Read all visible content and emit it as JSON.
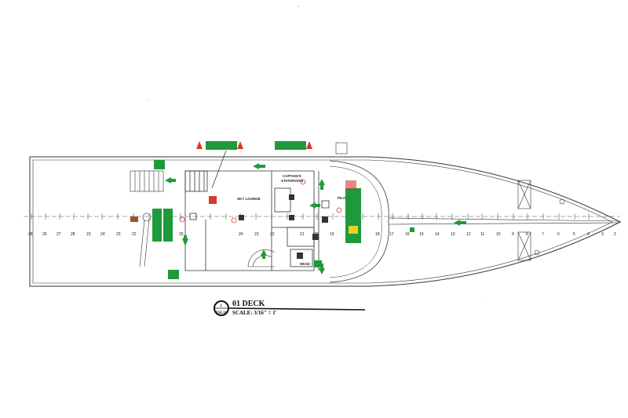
{
  "title_block": {
    "drawing_title": "01 DECK",
    "scale_text": "SCALE: 3/16\" = 1'",
    "ref_number": "1",
    "ref_sheet": "FSL10"
  },
  "rooms": {
    "sky_lounge": "SKY LOUNGE",
    "captains_stateroom_line1": "CAPTAIN'S",
    "captains_stateroom_line2": "STATEROOM",
    "pilot_house": "PILOT H.",
    "head": "HEAD"
  },
  "frame_numbers": [
    "28",
    "26",
    "27",
    "28",
    "23",
    "24",
    "23",
    "22",
    "25",
    "24",
    "23",
    "22",
    "21",
    "20",
    "19",
    "18",
    "17",
    "16",
    "15",
    "14",
    "13",
    "12",
    "11",
    "10",
    "9",
    "8",
    "7",
    "6",
    "5",
    "4",
    "3",
    "2"
  ],
  "colors": {
    "safety_green": "#1f9a3a",
    "fire_red": "#d23a2a",
    "line": "#333333",
    "warning_yellow": "#f0d21a"
  },
  "legend_icons": [
    "fire-extinguisher-icon",
    "life-ring-icon",
    "exit-arrow-icon",
    "fire-alarm-icon",
    "emergency-light-icon"
  ]
}
